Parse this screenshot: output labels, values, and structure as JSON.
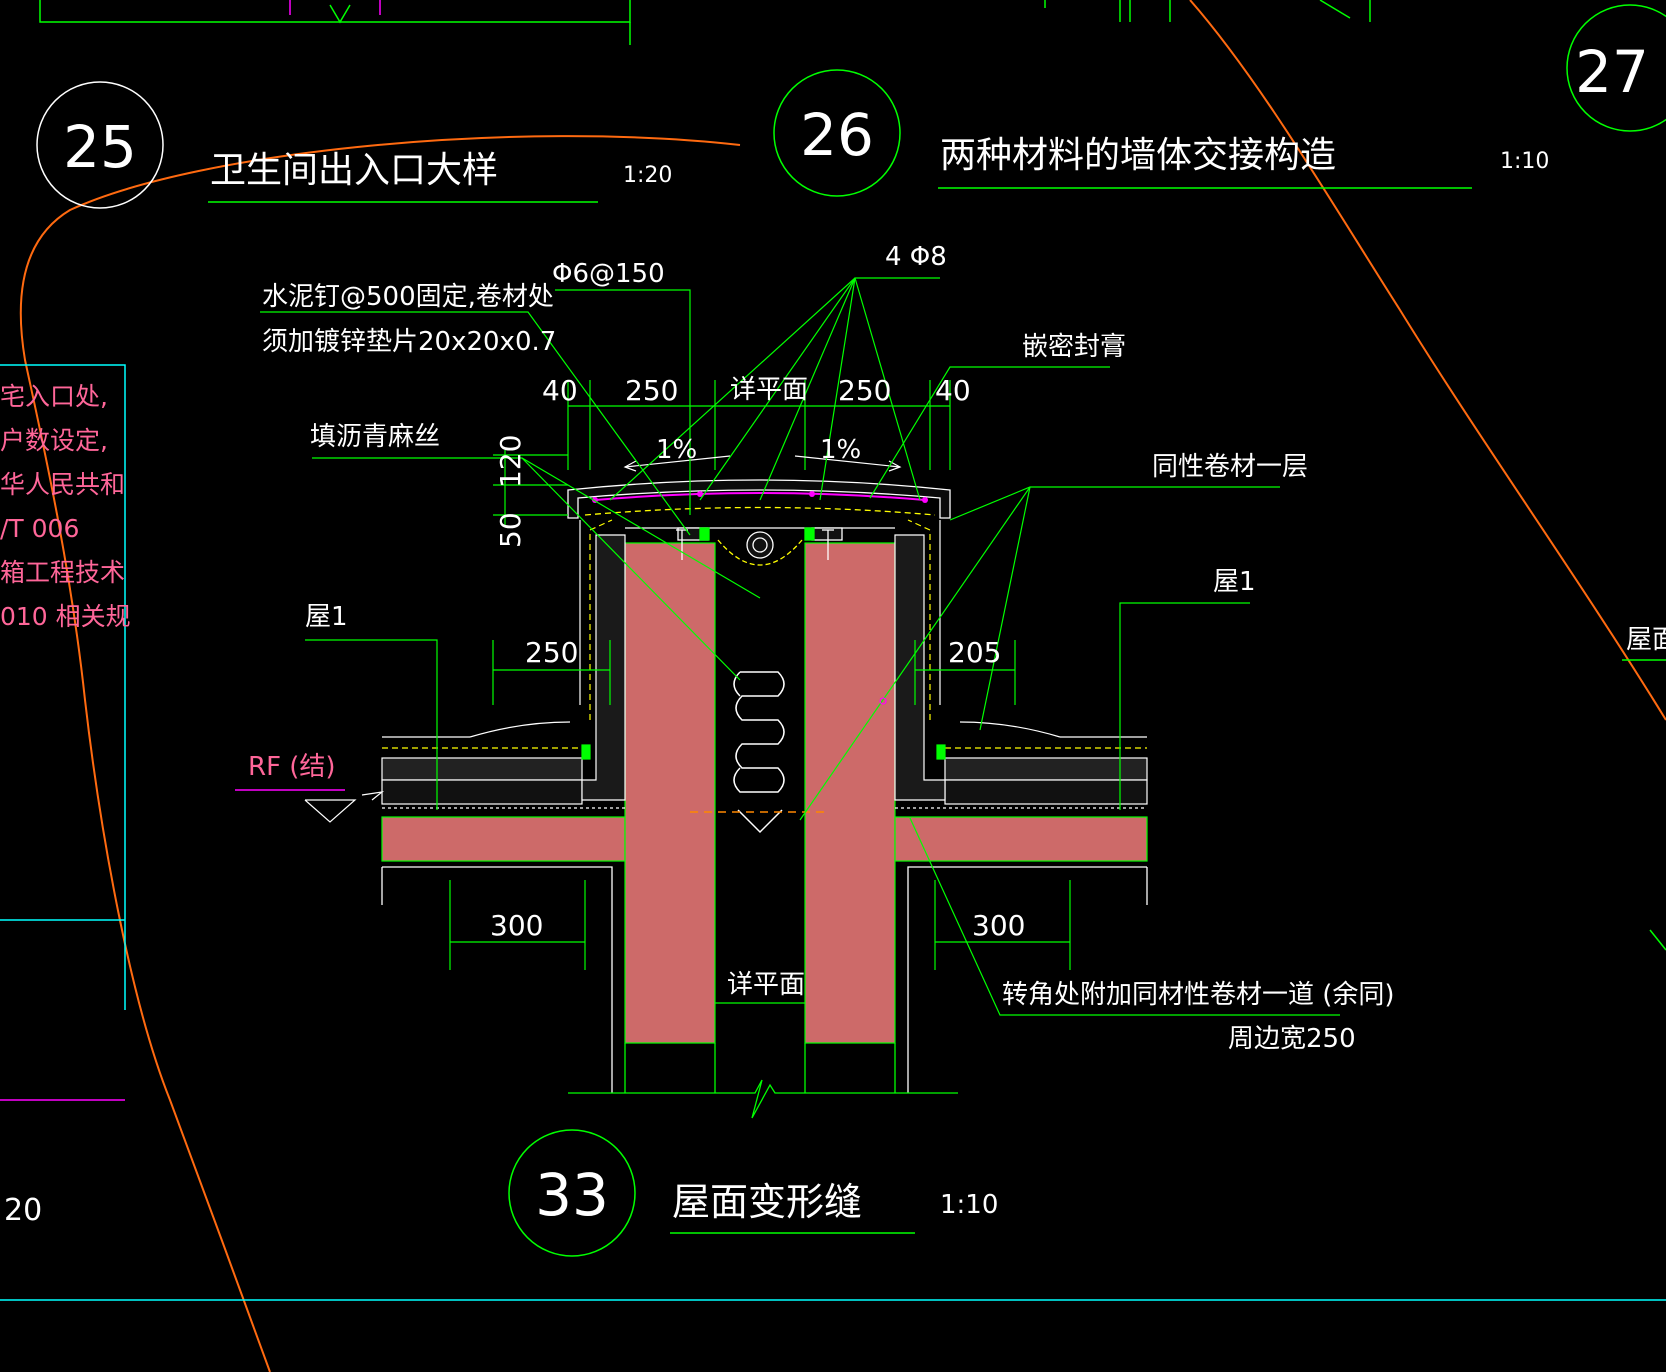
{
  "colors": {
    "background": "#000000",
    "line_green": "#00ff00",
    "line_white": "#ffffff",
    "line_orange": "#ff6a10",
    "line_cyan": "#00ffff",
    "concrete": "#cd6a69",
    "magenta": "#ff00ff",
    "yellow": "#ffff00",
    "text_pink": "#ff6699"
  },
  "titles": {
    "d25_number": "25",
    "d25_name": "卫生间出入口大样",
    "d25_scale": "1:20",
    "d26_number": "26",
    "d26_name": "两种材料的墙体交接构造",
    "d26_scale": "1:10",
    "d27_number": "27",
    "d33_number": "33",
    "d33_name": "屋面变形缝",
    "d33_scale": "1:10"
  },
  "annotations": {
    "nail_line1": "水泥钉@500固定,卷材处",
    "nail_line2": "须加镀锌垫片20x20x0.7",
    "rebar_stirrup": "Φ6@150",
    "rebar_main": "4 Φ8",
    "sealant": "嵌密封膏",
    "asphalt": "填沥青麻丝",
    "membrane": "同性卷材一层",
    "roof_left": "屋1",
    "roof_right": "屋1",
    "rf_level": "RF (结)",
    "corner_line1": "转角处附加同材性卷材一道 (余同)",
    "corner_line2": "周边宽250",
    "slope_left": "1%",
    "slope_right": "1%",
    "see_plan_top": "详平面",
    "see_plan_bottom": "详平面",
    "right_edge": "屋面"
  },
  "dimensions": {
    "d40_left": "40",
    "d250_top_left": "250",
    "d250_top_right": "250",
    "d40_right": "40",
    "d120": "120",
    "d50": "50",
    "d250_left": "250",
    "d205_right": "205",
    "d300_left": "300",
    "d300_right": "300"
  },
  "left_notes": {
    "line1": "宅入口处,",
    "line2": "户数设定,",
    "line3": "华人民共和",
    "line4": "/T 006",
    "line5": "箱工程技术",
    "line6": "010 相关规",
    "bottom_scale": "20"
  }
}
